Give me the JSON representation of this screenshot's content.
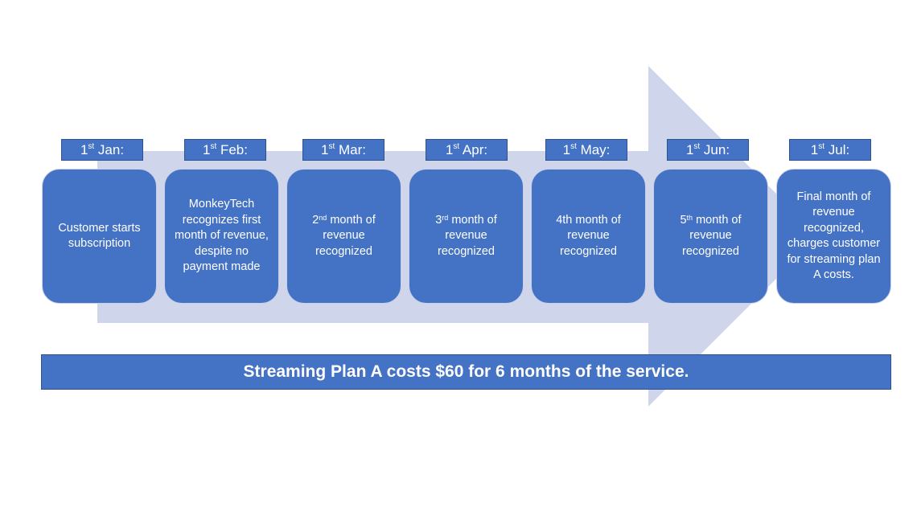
{
  "colors": {
    "box": "#4472c4",
    "arrow": "#cfd5ea",
    "border": "#2f528f"
  },
  "steps": [
    {
      "date": {
        "num": "1",
        "sup": "st",
        "rest": " Jan:"
      },
      "text": {
        "pre": "",
        "sup": "",
        "post": "Customer starts subscription"
      }
    },
    {
      "date": {
        "num": "1",
        "sup": "st",
        "rest": " Feb:"
      },
      "text": {
        "pre": "",
        "sup": "",
        "post": "MonkeyTech recognizes first month of revenue, despite no payment made"
      }
    },
    {
      "date": {
        "num": "1",
        "sup": "st",
        "rest": " Mar:"
      },
      "text": {
        "pre": "2",
        "sup": "nd",
        "post": " month of revenue recognized"
      }
    },
    {
      "date": {
        "num": "1",
        "sup": "st",
        "rest": " Apr:"
      },
      "text": {
        "pre": "3",
        "sup": "rd",
        "post": " month of revenue recognized"
      }
    },
    {
      "date": {
        "num": "1",
        "sup": "st",
        "rest": " May:"
      },
      "text": {
        "pre": "",
        "sup": "",
        "post": "4th month of revenue recognized"
      }
    },
    {
      "date": {
        "num": "1",
        "sup": "st",
        "rest": " Jun:"
      },
      "text": {
        "pre": "5",
        "sup": "th",
        "post": " month of revenue recognized"
      }
    },
    {
      "date": {
        "num": "1",
        "sup": "st",
        "rest": " Jul:"
      },
      "text": {
        "pre": "",
        "sup": "",
        "post": "Final month of revenue recognized, charges customer for streaming plan A costs."
      }
    }
  ],
  "summary": "Streaming Plan A costs $60 for 6 months of the service."
}
